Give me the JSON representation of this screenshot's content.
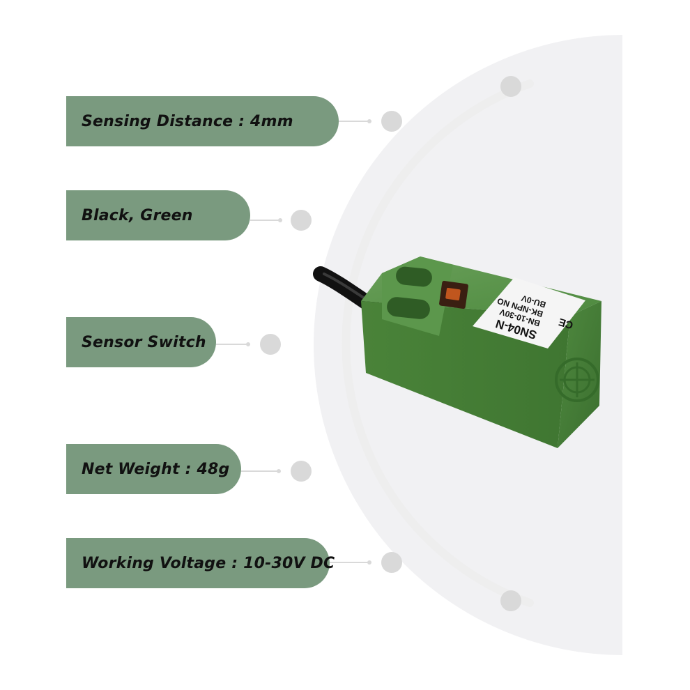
{
  "specs": [
    {
      "label": "Sensing Distance : 4mm"
    },
    {
      "label": "Black, Green"
    },
    {
      "label": "Sensor Switch"
    },
    {
      "label": "Net Weight : 48g"
    },
    {
      "label": "Working Voltage : 10-30V DC"
    }
  ],
  "product": {
    "label_lines": [
      "SN04-N",
      "BN-10-30V",
      "BK-NPN NO",
      "BU-0V"
    ],
    "ce_mark": "CE",
    "body_color": "#4f8a3f",
    "cable_color": "#111111",
    "logo_icon": "target-logo-icon"
  },
  "colors": {
    "pill": "#7a9a7f",
    "arc": "#eeeeee",
    "dot": "#d9d9d9",
    "backdrop": "#f1f1f3"
  }
}
